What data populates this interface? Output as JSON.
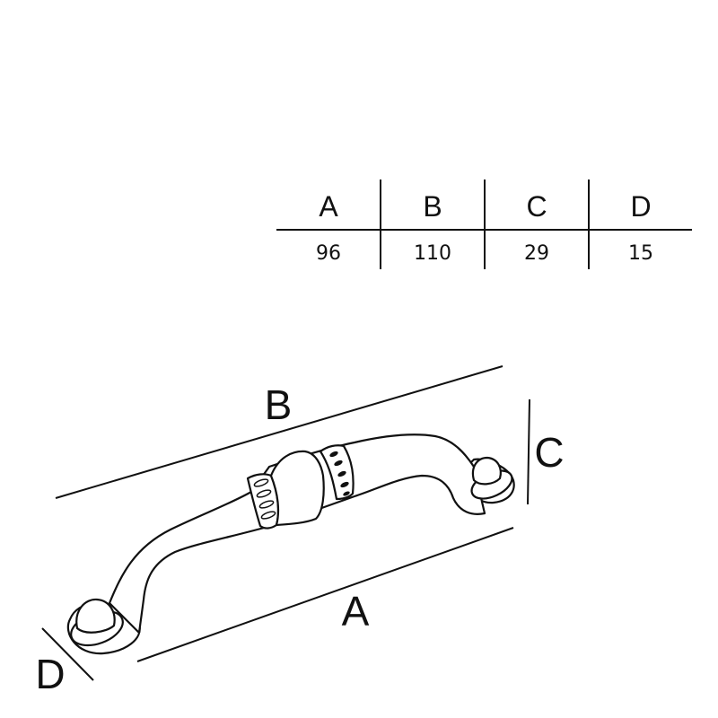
{
  "table": {
    "headers": [
      "A",
      "B",
      "C",
      "D"
    ],
    "values": [
      "96",
      "110",
      "29",
      "15"
    ]
  },
  "diagram": {
    "labels": {
      "A": "A",
      "B": "B",
      "C": "C",
      "D": "D"
    }
  }
}
